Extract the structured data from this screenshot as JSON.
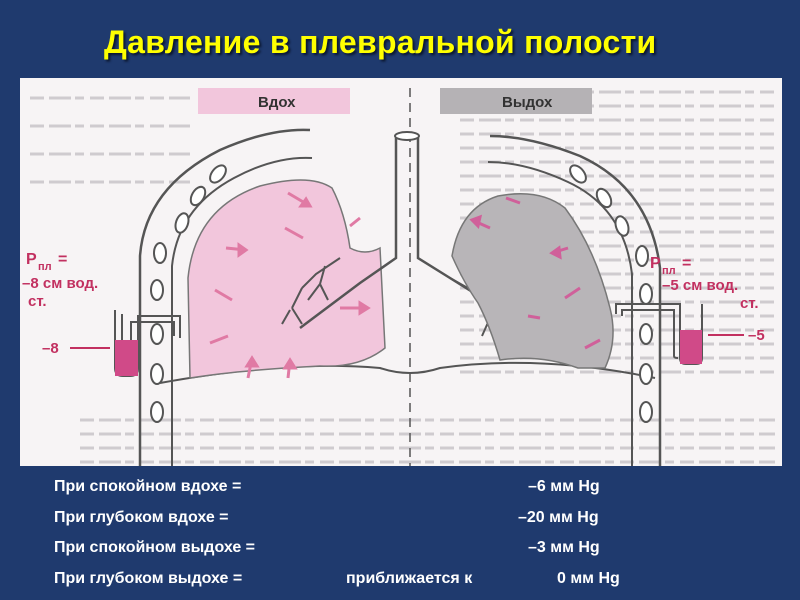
{
  "slide": {
    "title": "Давление в плевральной полости"
  },
  "figure": {
    "panel_inhale": "Вдох",
    "panel_exhale": "Выдох",
    "left_pressure": {
      "symbol": "Р",
      "sub": "пл",
      "eq": "=",
      "value_line": "–8 см вод.",
      "unit_line": "ст.",
      "gauge_mark": "–8"
    },
    "right_pressure": {
      "symbol": "Р",
      "sub": "пл",
      "eq": "=",
      "value_line": "–5 см вод.",
      "unit_line": "ст.",
      "gauge_mark": "–5"
    },
    "colors": {
      "inhale_lung": "#f2c6dc",
      "exhale_lung": "#b8b5b8",
      "accent": "#c23060"
    }
  },
  "rows": [
    {
      "label": "При спокойном вдохе  =",
      "value": "–6 мм Hg",
      "extra": ""
    },
    {
      "label": "При глубоком вдохе  =",
      "value": "–20 мм Hg",
      "extra": ""
    },
    {
      "label": "При спокойном выдохе =",
      "value": "–3 мм Hg",
      "extra": ""
    },
    {
      "label": "При глубоком выдохе  =",
      "value": "0 мм  Hg",
      "extra": "приближается к"
    }
  ]
}
